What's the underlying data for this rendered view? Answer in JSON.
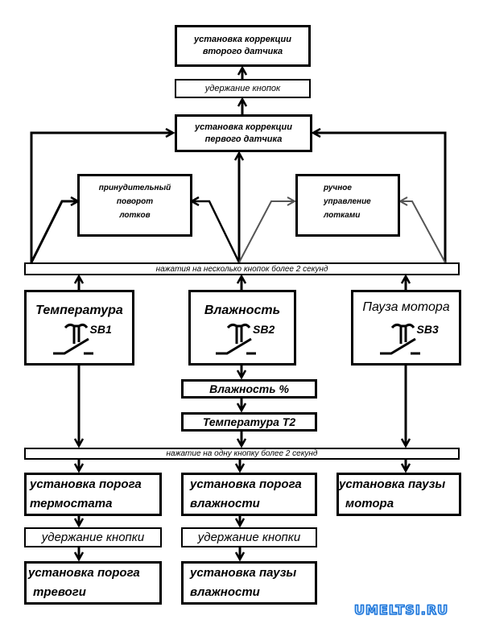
{
  "diagram": {
    "top_box": [
      "установка коррекции",
      "второго датчика"
    ],
    "hold_buttons": "удержание кнопок",
    "first_sensor_box": [
      "установка коррекции",
      "первого датчика"
    ],
    "forced_turn_box": [
      "принудительный",
      "поворот",
      "лотков"
    ],
    "manual_control_box": [
      "ручное",
      "управление",
      "лотками"
    ],
    "multi_press_bar": "нажатия на несколько кнопок более 2 секунд",
    "buttons": [
      {
        "title": "Температура",
        "label": "SB1"
      },
      {
        "title": "Влажность",
        "label": "SB2"
      },
      {
        "title": "Пауза мотора",
        "label": "SB3"
      }
    ],
    "humidity_display": "Влажность %",
    "temperature_display": "Температура Т2",
    "single_press_bar": "нажатие на одну кнопку более 2 секунд",
    "columns": [
      {
        "setting": [
          "установка порога",
          "термостата"
        ],
        "hold": "удержание кнопки",
        "result": [
          "установка порога",
          "тревоги"
        ]
      },
      {
        "setting": [
          "установка порога",
          "влажности"
        ],
        "hold": "удержание кнопки",
        "result": [
          "установка паузы",
          "влажности"
        ]
      },
      {
        "setting": [
          "установка паузы",
          "мотора"
        ]
      }
    ]
  },
  "watermark": "UMELTSI.RU",
  "colors": {
    "line": "#000000",
    "background": "#ffffff",
    "watermark_fill": "#d6ecff",
    "watermark_stroke": "#1a73d9"
  }
}
